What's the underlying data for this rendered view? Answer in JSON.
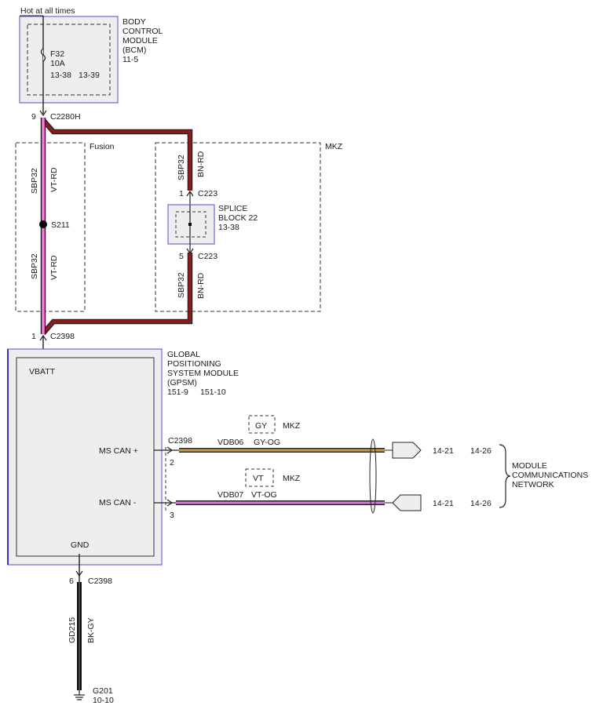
{
  "power_label": "Hot at all times",
  "bcm": {
    "name_lines": [
      "BODY",
      "CONTROL",
      "MODULE",
      "(BCM)",
      "11-5"
    ],
    "fuse_id": "F32",
    "fuse_rating": "10A",
    "fuse_page_1": "13-38",
    "fuse_page_2": "13-39"
  },
  "c2280h": {
    "pin": "9",
    "name": "C2280H"
  },
  "fusion_box": {
    "label": "Fusion"
  },
  "mkz_box": {
    "label": "MKZ"
  },
  "fusion_wire_upper": {
    "circuit": "SBP32",
    "color": "VT-RD"
  },
  "fusion_wire_lower": {
    "circuit": "SBP32",
    "color": "VT-RD"
  },
  "splice_s211": {
    "label": "S211"
  },
  "mkz_wire_upper": {
    "circuit": "SBP32",
    "color": "BN-RD"
  },
  "mkz_wire_lower": {
    "circuit": "SBP32",
    "color": "BN-RD"
  },
  "c223_top": {
    "pin": "1",
    "name": "C223"
  },
  "c223_bottom": {
    "pin": "5",
    "name": "C223"
  },
  "splice_block": {
    "name_lines": [
      "SPLICE",
      "BLOCK 22",
      "13-38"
    ]
  },
  "c2398_power": {
    "pin": "1",
    "name": "C2398"
  },
  "gpsm": {
    "name_lines": [
      "GLOBAL",
      "POSITIONING",
      "SYSTEM MODULE",
      "(GPSM)"
    ],
    "page_1": "151-9",
    "page_2": "151-10",
    "vbatt_label": "VBATT",
    "ms_can_plus_label": "MS CAN +",
    "ms_can_minus_label": "MS CAN -",
    "gnd_label": "GND"
  },
  "can_connector": {
    "name": "C2398",
    "pin_plus": "2",
    "pin_minus": "3"
  },
  "gy_option": {
    "color": "GY",
    "label": "MKZ"
  },
  "vt_option": {
    "color": "VT",
    "label": "MKZ"
  },
  "can_plus_wire": {
    "circuit": "VDB06",
    "color": "GY-OG",
    "page_1": "14-21",
    "page_2": "14-26"
  },
  "can_minus_wire": {
    "circuit": "VDB07",
    "color": "VT-OG",
    "page_1": "14-21",
    "page_2": "14-26"
  },
  "network_label": [
    "MODULE",
    "COMMUNICATIONS",
    "NETWORK"
  ],
  "c2398_ground": {
    "pin": "6",
    "name": "C2398"
  },
  "ground_wire": {
    "circuit": "GD215",
    "color": "BK-GY"
  },
  "ground_point": {
    "name": "G201",
    "page": "10-10"
  },
  "colors": {
    "wire_vt_rd": "#e04fbf",
    "wire_bn_rd": "#8b1a1a",
    "wire_gy_og": "#9a8b5c",
    "wire_vt_og": "#b14fb5",
    "wire_bk_gy": "#111111",
    "module_border": "#6b6bd6",
    "module_fill": "#eeeeee"
  }
}
